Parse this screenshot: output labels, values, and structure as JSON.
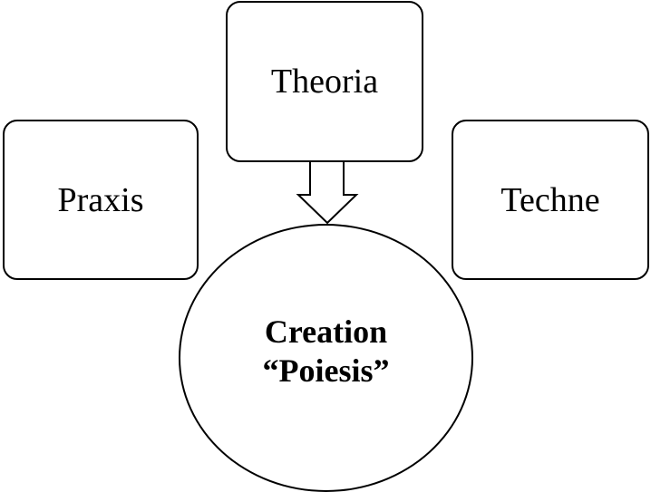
{
  "diagram": {
    "boxes": {
      "praxis": "Praxis",
      "theoria": "Theoria",
      "techne": "Techne"
    },
    "center": {
      "line1": "Creation",
      "line2": "“Poiesis”"
    },
    "colors": {
      "stroke": "#000000",
      "fill": "#ffffff"
    }
  }
}
